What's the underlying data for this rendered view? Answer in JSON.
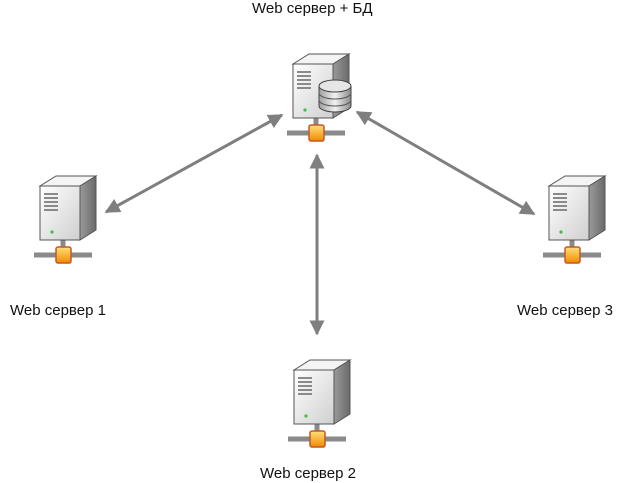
{
  "labels": {
    "main_server": "Web сервер + БД",
    "server1": "Web сервер 1",
    "server2": "Web сервер 2",
    "server3": "Web сервер 3"
  },
  "icons": {
    "server": "server-tower-icon",
    "database": "database-icon",
    "network": "network-connector-icon"
  },
  "colors": {
    "arrow": "#7f7f7f",
    "connector": "#f5a623",
    "server_body": "#e8e8e8"
  }
}
